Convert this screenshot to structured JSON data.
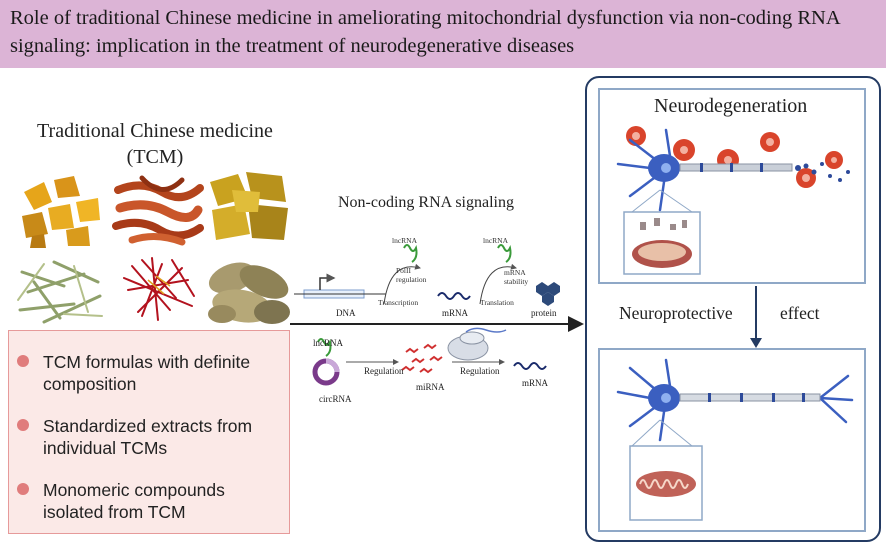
{
  "title": "Role of traditional Chinese medicine in ameliorating mitochondrial dysfunction via non-coding RNA signaling: implication in the treatment of neurodegenerative diseases",
  "tcm": {
    "title_line1": "Traditional Chinese medicine",
    "title_line2": "(TCM)",
    "bullets": [
      "TCM formulas with definite composition",
      "Standardized extracts from individual TCMs",
      "Monomeric compounds isolated from TCM"
    ]
  },
  "ncrna": {
    "title": "Non-coding RNA signaling",
    "lncrna_1": "lncRNA",
    "polii_1": "PolII",
    "polii_2": "regulation",
    "transcription": "Transcription",
    "lncrna_2": "lncRNA",
    "mrna_stab_1": "mRNA",
    "mrna_stab_2": "stability",
    "translation": "Translation",
    "dna": "DNA",
    "mrna_1": "mRNA",
    "protein": "protein",
    "lncrna_3": "lncRNA",
    "circrna": "circRNA",
    "regulation_1": "Regulation",
    "mirna": "miRNA",
    "regulation_2": "Regulation",
    "mrna_2": "mRNA"
  },
  "right": {
    "neurodegeneration": "Neurodegeneration",
    "neuroprotective": "Neuroprotective",
    "effect": "effect"
  },
  "colors": {
    "title_bg": "#dcb4d6",
    "bullet_bg": "#fbe9e7",
    "bullet_border": "#e69a9a",
    "bullet_dot": "#e07c7c",
    "frame": "#243b63",
    "panel_border": "#8fa8c7",
    "neuron": "#3b5fc0",
    "plaque": "#d9442b"
  }
}
